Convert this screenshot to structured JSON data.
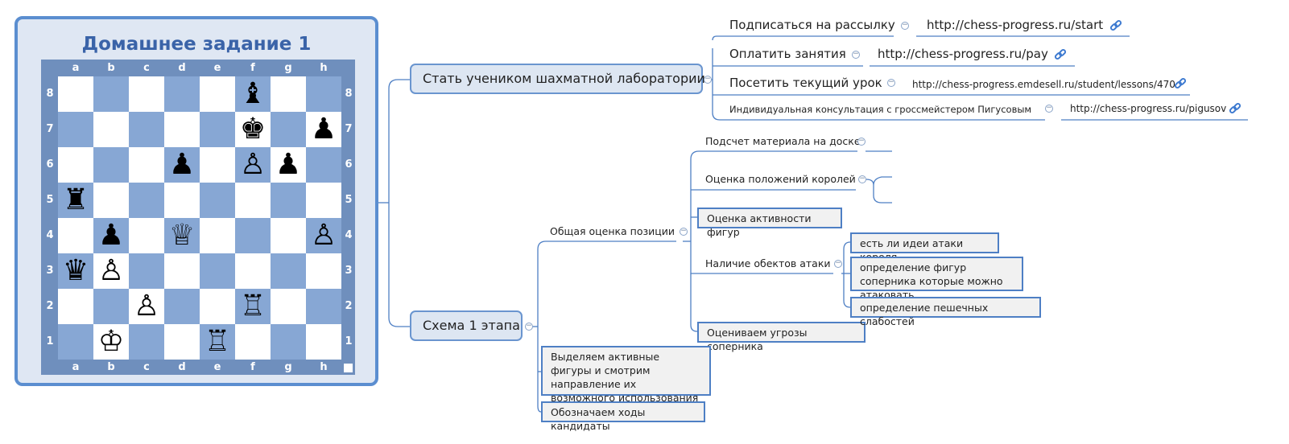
{
  "panel": {
    "title": "Домашнее задание 1",
    "files": [
      "a",
      "b",
      "c",
      "d",
      "e",
      "f",
      "g",
      "h"
    ],
    "ranks": [
      "8",
      "7",
      "6",
      "5",
      "4",
      "3",
      "2",
      "1"
    ]
  },
  "board": {
    "pieces": [
      {
        "square": "f8",
        "type": "bishop",
        "color": "black",
        "glyph": "♝"
      },
      {
        "square": "f7",
        "type": "king",
        "color": "black",
        "glyph": "♚"
      },
      {
        "square": "h7",
        "type": "pawn",
        "color": "black",
        "glyph": "♟"
      },
      {
        "square": "d6",
        "type": "pawn",
        "color": "black",
        "glyph": "♟"
      },
      {
        "square": "f6",
        "type": "pawn",
        "color": "white",
        "glyph": "♙"
      },
      {
        "square": "g6",
        "type": "pawn",
        "color": "black",
        "glyph": "♟"
      },
      {
        "square": "a5",
        "type": "rook",
        "color": "black",
        "glyph": "♜"
      },
      {
        "square": "b4",
        "type": "pawn",
        "color": "black",
        "glyph": "♟"
      },
      {
        "square": "d4",
        "type": "queen",
        "color": "white",
        "glyph": "♕"
      },
      {
        "square": "h4",
        "type": "pawn",
        "color": "white",
        "glyph": "♙"
      },
      {
        "square": "a3",
        "type": "queen",
        "color": "black",
        "glyph": "♛"
      },
      {
        "square": "b3",
        "type": "pawn",
        "color": "white",
        "glyph": "♙"
      },
      {
        "square": "c2",
        "type": "pawn",
        "color": "white",
        "glyph": "♙"
      },
      {
        "square": "f2",
        "type": "rook",
        "color": "white",
        "glyph": "♖"
      },
      {
        "square": "b1",
        "type": "king",
        "color": "white",
        "glyph": "♔"
      },
      {
        "square": "e1",
        "type": "rook",
        "color": "white",
        "glyph": "♖"
      }
    ]
  },
  "mindmap": {
    "branch1": {
      "label": "Стать учеником шахматной лаборатории",
      "children": [
        {
          "label": "Подписаться на рассылку",
          "link": "http://chess-progress.ru/start"
        },
        {
          "label": "Оплатить занятия",
          "link": "http://chess-progress.ru/pay"
        },
        {
          "label": "Посетить текущий урок",
          "link": "http://chess-progress.emdesell.ru/student/lessons/470"
        },
        {
          "label": "Индивидуальная консультация с гроссмейстером Пигусовым",
          "link": "http://chess-progress.ru/pigusov"
        }
      ]
    },
    "branch2": {
      "label": "Схема 1 этапа",
      "general": "Общая оценка позиции",
      "general_children": [
        "Подсчет материала на доске",
        "Оценка положений королей",
        "Оценка активности фигур",
        "Наличие обектов атаки",
        "Оцениваем угрозы соперника"
      ],
      "attack_children": [
        "есть ли идеи атаки короля",
        "определение фигур соперника которые можно атаковать",
        "определение пешечных слабостей"
      ],
      "active_pieces": "Выделяем активные фигуры и смотрим направление их возможного использования",
      "candidates": "Обозначаем ходы кандидаты"
    },
    "colors": {
      "line": "#4e7fc4",
      "box_border": "#4e7fc4",
      "main_fill": "#dde6f2"
    }
  }
}
